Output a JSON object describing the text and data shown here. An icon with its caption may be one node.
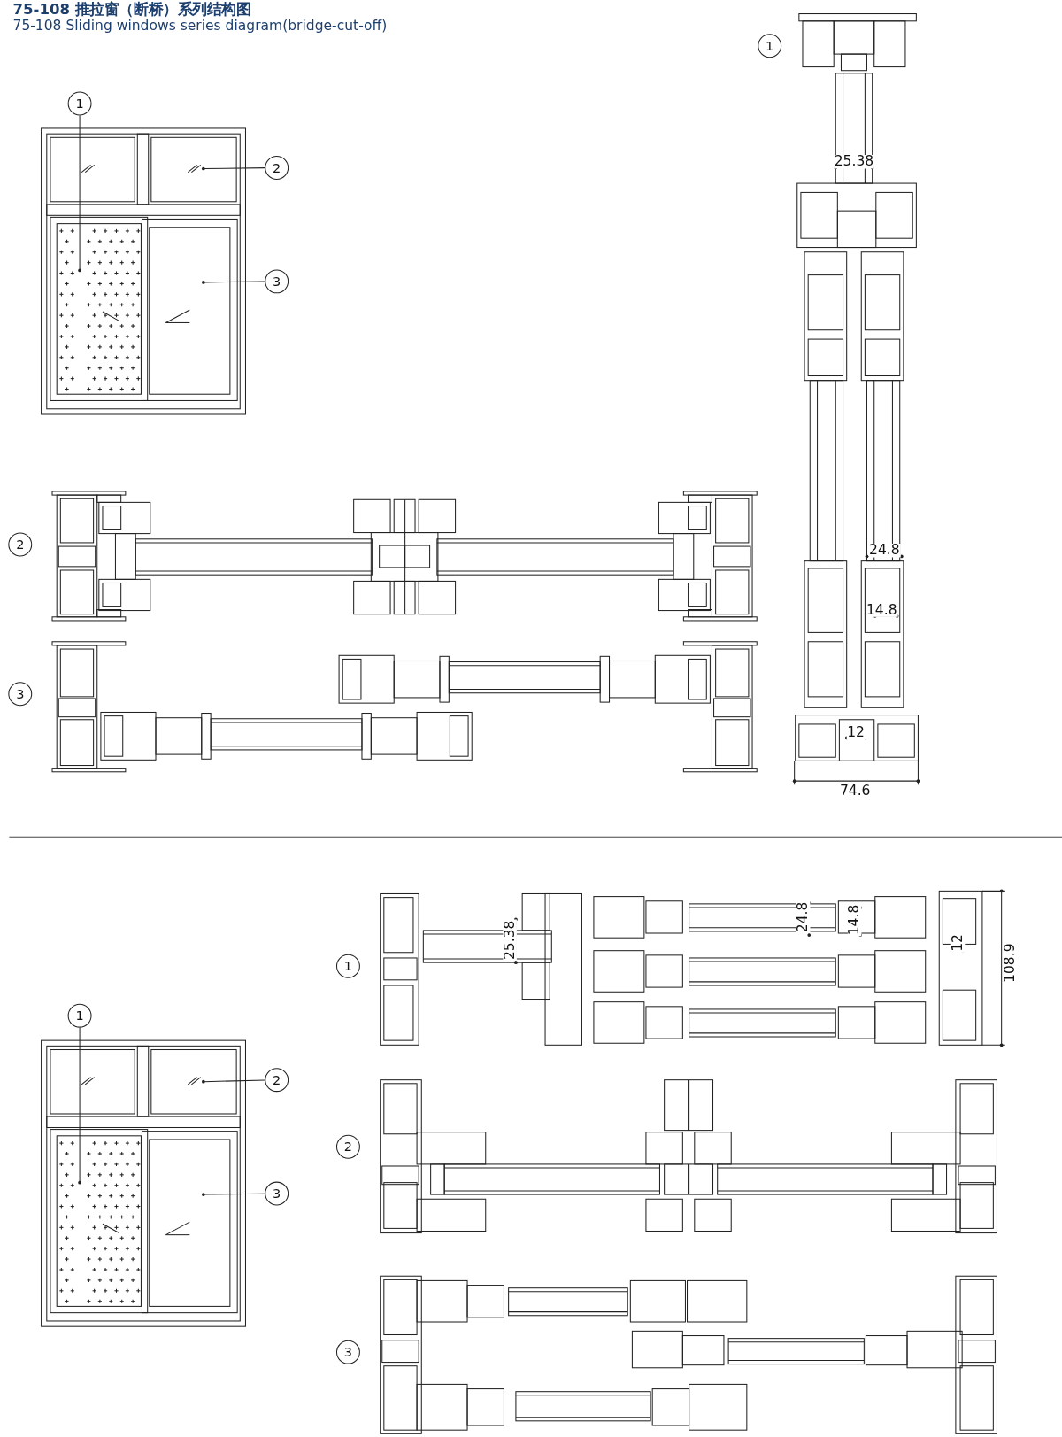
{
  "diagram": {
    "title": "75-108 推拉窗（断桥）系列结构图",
    "caption": "75-108 Sliding windows series diagram(bridge-cut-off)",
    "nodes": [
      {
        "text": [
          "1"
        ]
      },
      {
        "text": [
          "1"
        ]
      },
      {
        "text": [
          "2"
        ]
      },
      {
        "text": [
          "3"
        ]
      },
      {
        "text": [
          "2"
        ]
      },
      {
        "text": [
          "3"
        ]
      },
      {
        "text": [
          "1"
        ]
      },
      {
        "text": [
          "1"
        ]
      },
      {
        "text": [
          "2"
        ]
      },
      {
        "text": [
          "2"
        ]
      },
      {
        "text": [
          "3"
        ]
      },
      {
        "text": [
          "3"
        ]
      }
    ],
    "edges": [
      {
        "from": 1,
        "to": null,
        "arrow": "other"
      },
      {
        "from": 2,
        "to": null,
        "arrow": "other"
      },
      {
        "from": 3,
        "to": null,
        "arrow": "other"
      },
      {
        "from": 7,
        "to": null,
        "arrow": "other"
      },
      {
        "from": 8,
        "to": null,
        "arrow": "other"
      },
      {
        "from": 10,
        "to": null,
        "arrow": "other"
      }
    ],
    "labels": [
      "25.38",
      "24.8",
      "14.8",
      "12",
      "74.6",
      "24.8",
      "14.8",
      "25.38",
      "12",
      "108.9"
    ]
  }
}
